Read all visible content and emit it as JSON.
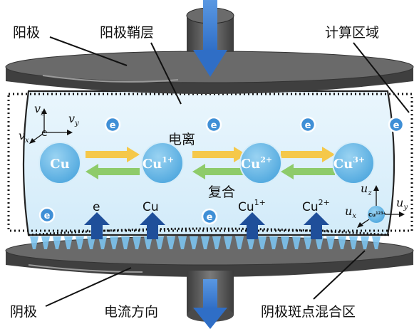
{
  "labels": {
    "anode": "阳极",
    "anode_sheath": "阳极鞘层",
    "computational_domain": "计算区域",
    "cathode": "阴极",
    "current_direction": "电流方向",
    "cathode_spot_mixing_zone": "阴极斑点混合区",
    "ionization": "电离",
    "recombination": "复合"
  },
  "ions": {
    "cu": "Cu",
    "cu1_base": "Cu",
    "cu1_sup": "1+",
    "cu2_base": "Cu",
    "cu2_sup": "2+",
    "cu3_base": "Cu",
    "cu3_sup": "3+"
  },
  "emitted": {
    "e": "e",
    "cu": "Cu",
    "cu1_base": "Cu",
    "cu1_sup": "1+",
    "cu2_base": "Cu",
    "cu2_sup": "2+"
  },
  "electron_symbol": "e",
  "axes_top": {
    "vz": "v",
    "vz_sub": "z",
    "vy": "v",
    "vy_sub": "y",
    "vx": "v",
    "vx_sub": "x",
    "origin": "e"
  },
  "axes_bottom": {
    "uz": "u",
    "uz_sub": "z",
    "uy": "u",
    "uy_sub": "y",
    "ux": "u",
    "ux_sub": "x",
    "origin_base": "Cu",
    "origin_sup": "123+"
  },
  "colors": {
    "electrode": "#5c5c5c",
    "electrode_dark": "#3a3a3a",
    "plasma": "#dff0fa",
    "ion": "#6cb8e4",
    "current_arrow": "#3f7fd2",
    "ionization_arrow": "#f5c84a",
    "recombination_arrow": "#8ecb6a",
    "emission_arrow": "#1f4f9a",
    "spot_jets": "#7cc3ee"
  }
}
